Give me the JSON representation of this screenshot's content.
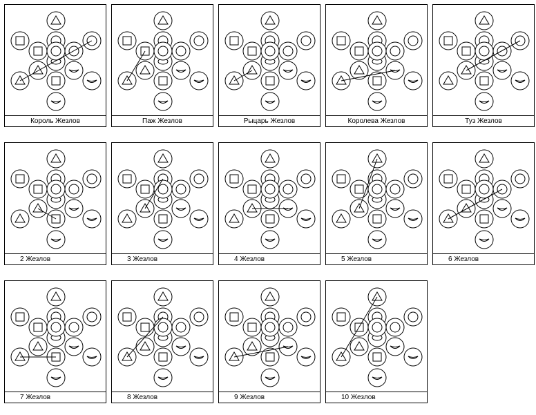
{
  "colors": {
    "stroke": "#000000",
    "background": "#ffffff"
  },
  "node_shapes": [
    "triangle",
    "square",
    "circle",
    "square",
    "circle",
    "circle",
    "triangle",
    "ellipse",
    "smile",
    "circle",
    "triangle",
    "square",
    "smile",
    "smile",
    "smile"
  ],
  "cards": [
    {
      "label": "Король Жезлов",
      "path": [
        10,
        4
      ]
    },
    {
      "label": "Паж Жезлов",
      "path": [
        10,
        3
      ]
    },
    {
      "label": "Рыцарь Жезлов",
      "path": [
        10,
        6
      ]
    },
    {
      "label": "Королева Жезлов",
      "path": [
        10,
        8
      ]
    },
    {
      "label": "Туз Жезлов",
      "path": [
        6,
        4
      ]
    },
    {
      "label": "2 Жезлов",
      "path": [
        6,
        11
      ]
    },
    {
      "label": "3 Жезлов",
      "path": [
        6,
        2
      ]
    },
    {
      "label": "4 Жезлов",
      "path": [
        6,
        14
      ]
    },
    {
      "label": "5 Жезлов",
      "path": [
        6,
        0
      ]
    },
    {
      "label": "6 Жезлов",
      "path": [
        10,
        5
      ]
    },
    {
      "label": "7 Жезлов",
      "path": [
        10,
        11
      ]
    },
    {
      "label": "8 Жезлов",
      "path": [
        10,
        2
      ]
    },
    {
      "label": "9 Жезлов",
      "path": [
        10,
        14
      ]
    },
    {
      "label": "10 Жезлов",
      "path": [
        10,
        0
      ]
    }
  ]
}
